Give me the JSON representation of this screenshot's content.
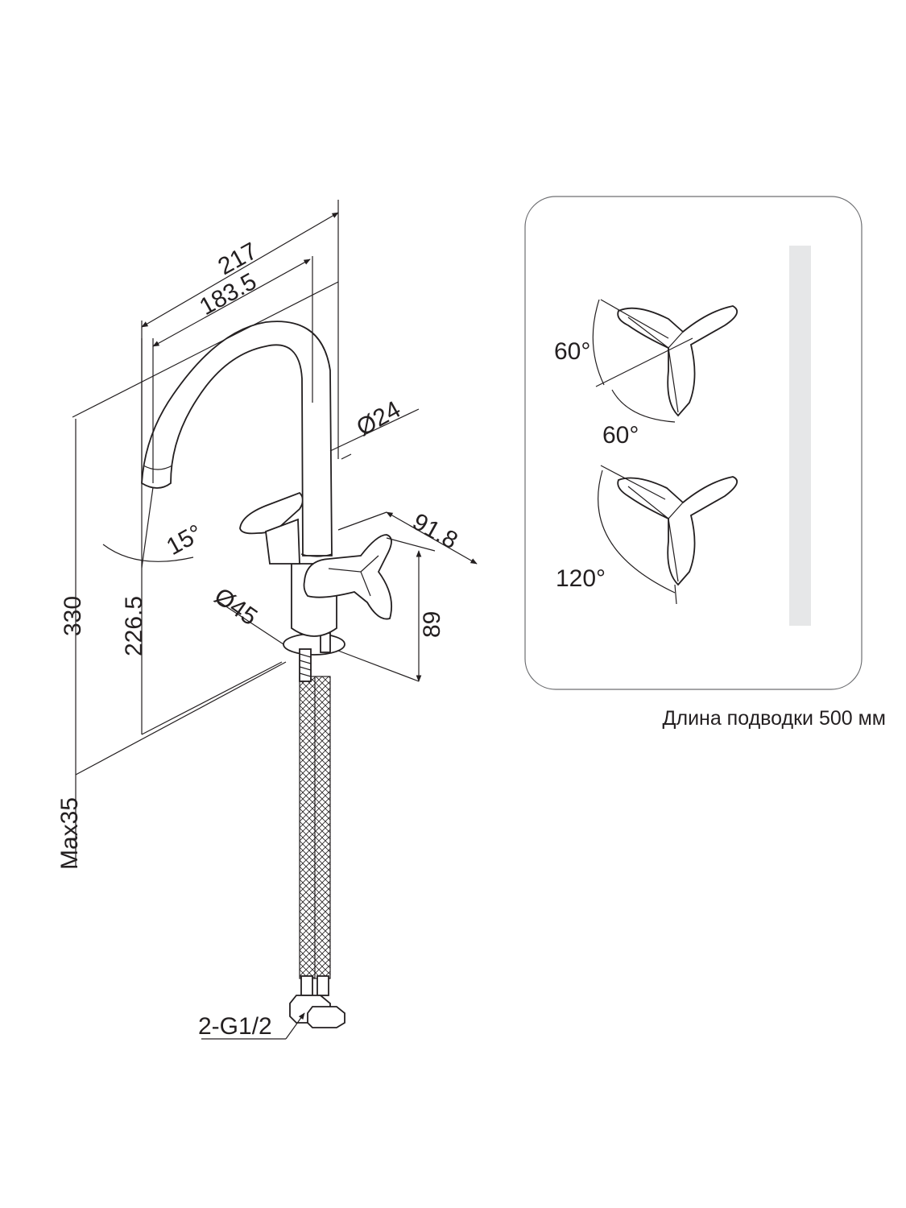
{
  "dimensions": {
    "total_reach": "217",
    "spout_reach": "183.5",
    "spout_diameter": "Ø24",
    "spout_angle": "15°",
    "total_height": "330",
    "spout_height": "226.5",
    "base_diameter": "Ø45",
    "handle_span": "91.8",
    "handle_height": "89",
    "max_countertop": "Max35",
    "connection": "2-G1/2"
  },
  "handle_panel": {
    "angle_top_1": "60°",
    "angle_top_2": "60°",
    "angle_bottom": "120°"
  },
  "caption": "Длина подводки 500 мм"
}
